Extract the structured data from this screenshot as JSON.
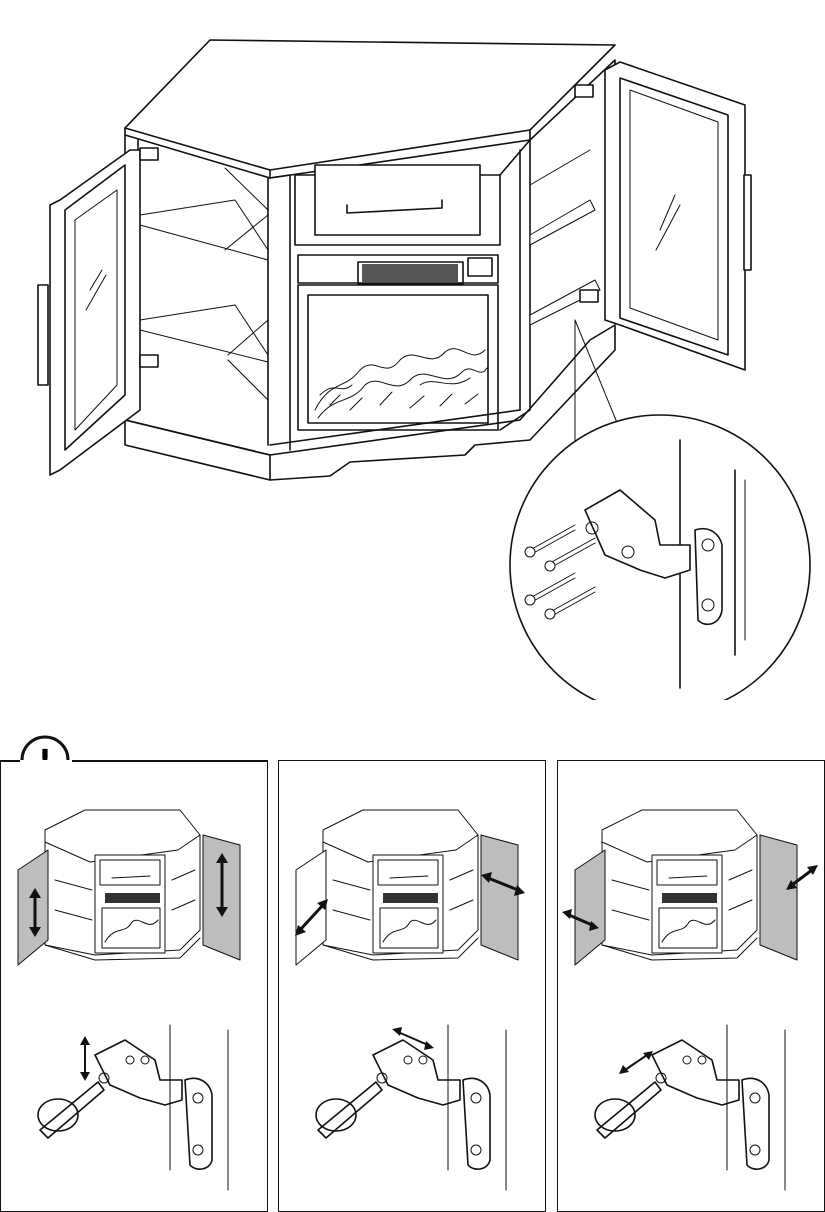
{
  "page": {
    "warning_symbol": "!",
    "main_illustration": "corner-fireplace-tv-stand-doors-open",
    "callout": "door-hinge-detail",
    "hinge_screws_count": 4,
    "panels": [
      {
        "id": "vertical-adjustment",
        "highlight": "right-door",
        "adjust_direction": "vertical",
        "arrow_icon": "double-arrow-vertical-icon"
      },
      {
        "id": "horizontal-adjustment",
        "highlight": "right-door",
        "adjust_direction": "horizontal",
        "arrow_icon": "double-arrow-horizontal-icon"
      },
      {
        "id": "depth-adjustment",
        "highlight": "right-door",
        "adjust_direction": "depth",
        "arrow_icon": "double-arrow-diagonal-icon"
      }
    ]
  }
}
